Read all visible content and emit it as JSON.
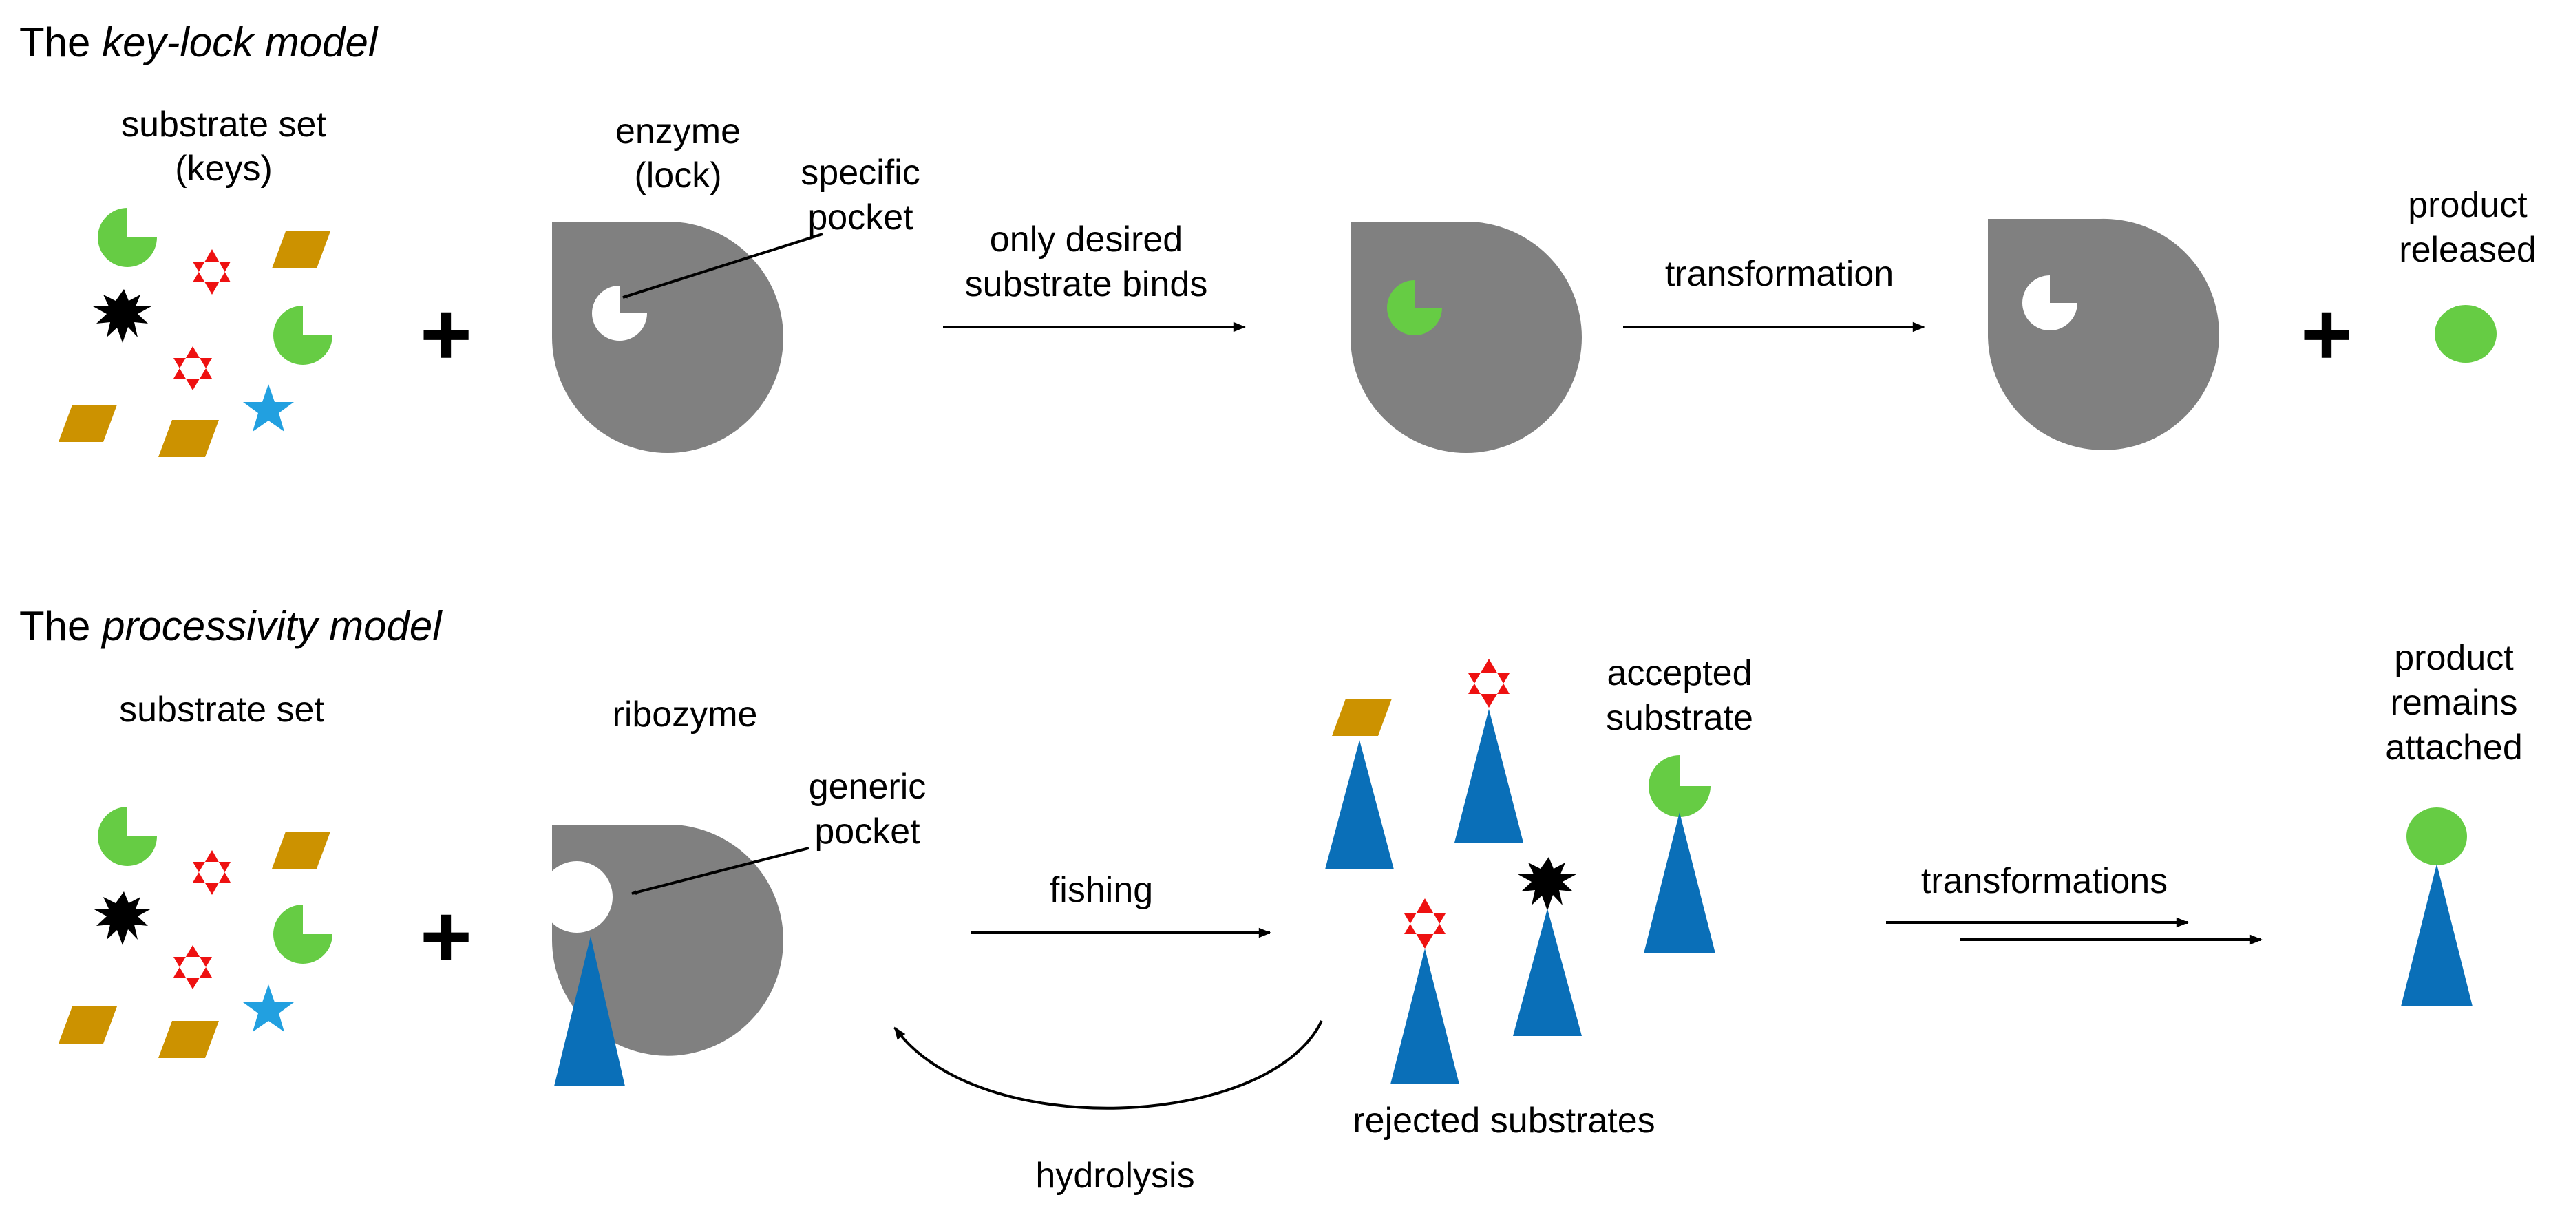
{
  "colors": {
    "enzyme": "#808080",
    "green": "#66cc44",
    "red": "#ee1111",
    "gold": "#cc9200",
    "cyan": "#22a0e0",
    "blue": "#0a6fb8",
    "black": "#000000"
  },
  "key_lock": {
    "title_prefix": "The ",
    "title_em": "key-lock model",
    "substrate_label_1": "substrate set",
    "substrate_label_2": "(keys)",
    "plus": "+",
    "enzyme_label_1": "enzyme",
    "enzyme_label_2": "(lock)",
    "pocket_label_1": "specific",
    "pocket_label_2": "pocket",
    "bind_label_1": "only desired",
    "bind_label_2": "substrate binds",
    "transformation_label": "transformation",
    "plus2": "+",
    "product_label_1": "product",
    "product_label_2": "released"
  },
  "processivity": {
    "title_prefix": "The ",
    "title_em": "processivity model",
    "substrate_label": "substrate set",
    "plus": "+",
    "ribozyme_label": "ribozyme",
    "pocket_label_1": "generic",
    "pocket_label_2": "pocket",
    "fishing_label": "fishing",
    "hydrolysis_label": "hydrolysis",
    "accepted_label_1": "accepted",
    "accepted_label_2": "substrate",
    "rejected_label": "rejected substrates",
    "transformations_label": "transformations",
    "product_label_1": "product",
    "product_label_2": "remains",
    "product_label_3": "attached"
  },
  "icons": [
    "pacman-shape",
    "hexagram-shape",
    "parallelogram-shape",
    "spiky-star-shape",
    "five-point-star-shape",
    "cone-shape",
    "circle-shape"
  ]
}
